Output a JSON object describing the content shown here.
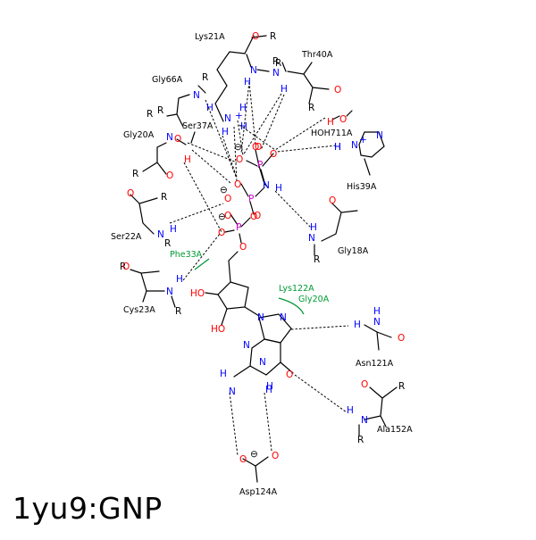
{
  "title": "1yu9:GNP",
  "colors": {
    "carbon": "#000000",
    "nitrogen": "#0000ff",
    "oxygen": "#ff0000",
    "phosphorus": "#cc00cc",
    "hydrophobic": "#009933"
  },
  "residues": [
    {
      "id": "lys21",
      "text": "Lys21A"
    },
    {
      "id": "thr40",
      "text": "Thr40A"
    },
    {
      "id": "gly66",
      "text": "Gly66A"
    },
    {
      "id": "ser37",
      "text": "Ser37A"
    },
    {
      "id": "gly20",
      "text": "Gly20A"
    },
    {
      "id": "hoh711",
      "text": "HOH711A"
    },
    {
      "id": "his39",
      "text": "His39A"
    },
    {
      "id": "ser22",
      "text": "Ser22A"
    },
    {
      "id": "gly18",
      "text": "Gly18A"
    },
    {
      "id": "cys23",
      "text": "Cys23A"
    },
    {
      "id": "asn121",
      "text": "Asn121A"
    },
    {
      "id": "ala152",
      "text": "Ala152A"
    },
    {
      "id": "asp124",
      "text": "Asp124A"
    }
  ],
  "hydrophobic_labels": [
    {
      "id": "phe33",
      "text": "Phe33A"
    },
    {
      "id": "lys122",
      "text": "Lys122A"
    },
    {
      "id": "gly20b",
      "text": "Gly20A"
    }
  ],
  "atoms": [
    {
      "id": "a1",
      "text": "O",
      "el": "O"
    },
    {
      "id": "a2",
      "text": "R",
      "el": "C"
    },
    {
      "id": "a3",
      "text": "N",
      "el": "N"
    },
    {
      "id": "a4",
      "text": "H",
      "el": "N"
    },
    {
      "id": "a5",
      "text": "R",
      "el": "C"
    },
    {
      "id": "a6",
      "text": "N",
      "el": "N"
    },
    {
      "id": "a7",
      "text": "R",
      "el": "C"
    },
    {
      "id": "a8",
      "text": "H",
      "el": "N"
    },
    {
      "id": "a9",
      "text": "O",
      "el": "O"
    },
    {
      "id": "a10",
      "text": "R",
      "el": "C"
    },
    {
      "id": "a11",
      "text": "R",
      "el": "C"
    },
    {
      "id": "a12",
      "text": "N",
      "el": "N"
    },
    {
      "id": "a13",
      "text": "H",
      "el": "N"
    },
    {
      "id": "a14",
      "text": "R",
      "el": "C"
    },
    {
      "id": "a15",
      "text": "R",
      "el": "C"
    },
    {
      "id": "a16",
      "text": "N",
      "el": "N"
    },
    {
      "id": "a17",
      "text": "+",
      "el": "N"
    },
    {
      "id": "a18",
      "text": "H",
      "el": "N"
    },
    {
      "id": "a19",
      "text": "H",
      "el": "N"
    },
    {
      "id": "a20",
      "text": "H",
      "el": "N"
    },
    {
      "id": "a21",
      "text": "O",
      "el": "O"
    },
    {
      "id": "a22",
      "text": "H",
      "el": "O"
    },
    {
      "id": "a23",
      "text": "H",
      "el": "O"
    },
    {
      "id": "a24",
      "text": "O",
      "el": "O"
    },
    {
      "id": "a25",
      "text": "N",
      "el": "N"
    },
    {
      "id": "a26",
      "text": "R",
      "el": "C"
    },
    {
      "id": "a27",
      "text": "O",
      "el": "O"
    },
    {
      "id": "a28",
      "text": "H",
      "el": "N"
    },
    {
      "id": "a29",
      "text": "N",
      "el": "N"
    },
    {
      "id": "a30",
      "text": "+",
      "el": "N"
    },
    {
      "id": "a31",
      "text": "N",
      "el": "N"
    },
    {
      "id": "a32",
      "text": "H",
      "el": "N"
    },
    {
      "id": "a33",
      "text": "O",
      "el": "O"
    },
    {
      "id": "a34",
      "text": "O",
      "el": "O"
    },
    {
      "id": "a35",
      "text": "P",
      "el": "P"
    },
    {
      "id": "a36",
      "text": "O",
      "el": "O"
    },
    {
      "id": "a37",
      "text": "O",
      "el": "O"
    },
    {
      "id": "a38",
      "text": "O",
      "el": "O"
    },
    {
      "id": "a39",
      "text": "N",
      "el": "N"
    },
    {
      "id": "a40",
      "text": "H",
      "el": "N"
    },
    {
      "id": "a41",
      "text": "P",
      "el": "P"
    },
    {
      "id": "a42",
      "text": "O",
      "el": "O"
    },
    {
      "id": "a43",
      "text": "O",
      "el": "O"
    },
    {
      "id": "a44",
      "text": "O",
      "el": "O"
    },
    {
      "id": "a45",
      "text": "P",
      "el": "P"
    },
    {
      "id": "a46",
      "text": "O",
      "el": "O"
    },
    {
      "id": "a47",
      "text": "O",
      "el": "O"
    },
    {
      "id": "a48",
      "text": "O",
      "el": "O"
    },
    {
      "id": "a49",
      "text": "R",
      "el": "C"
    },
    {
      "id": "a50",
      "text": "N",
      "el": "N"
    },
    {
      "id": "a51",
      "text": "H",
      "el": "N"
    },
    {
      "id": "a52",
      "text": "R",
      "el": "C"
    },
    {
      "id": "a53",
      "text": "O",
      "el": "O"
    },
    {
      "id": "a54",
      "text": "H",
      "el": "N"
    },
    {
      "id": "a55",
      "text": "N",
      "el": "N"
    },
    {
      "id": "a56",
      "text": "R",
      "el": "C"
    },
    {
      "id": "a57",
      "text": "O",
      "el": "O"
    },
    {
      "id": "a58",
      "text": "R",
      "el": "C"
    },
    {
      "id": "a59",
      "text": "H",
      "el": "N"
    },
    {
      "id": "a60",
      "text": "N",
      "el": "N"
    },
    {
      "id": "a61",
      "text": "R",
      "el": "C"
    },
    {
      "id": "a62",
      "text": "O",
      "el": "O"
    },
    {
      "id": "a63",
      "text": "HO",
      "el": "O"
    },
    {
      "id": "a64",
      "text": "HO",
      "el": "O"
    },
    {
      "id": "a65",
      "text": "N",
      "el": "N"
    },
    {
      "id": "a66",
      "text": "N",
      "el": "N"
    },
    {
      "id": "a67",
      "text": "N",
      "el": "N"
    },
    {
      "id": "a68",
      "text": "N",
      "el": "N"
    },
    {
      "id": "a69",
      "text": "H",
      "el": "N"
    },
    {
      "id": "a70",
      "text": "N",
      "el": "N"
    },
    {
      "id": "a71",
      "text": "H",
      "el": "N"
    },
    {
      "id": "a72",
      "text": "H",
      "el": "N"
    },
    {
      "id": "a73",
      "text": "O",
      "el": "O"
    },
    {
      "id": "a74",
      "text": "H",
      "el": "N"
    },
    {
      "id": "a75",
      "text": "N",
      "el": "N"
    },
    {
      "id": "a76",
      "text": "H",
      "el": "N"
    },
    {
      "id": "a77",
      "text": "O",
      "el": "O"
    },
    {
      "id": "a78",
      "text": "O",
      "el": "O"
    },
    {
      "id": "a79",
      "text": "R",
      "el": "C"
    },
    {
      "id": "a80",
      "text": "H",
      "el": "N"
    },
    {
      "id": "a81",
      "text": "N",
      "el": "N"
    },
    {
      "id": "a82",
      "text": "R",
      "el": "C"
    },
    {
      "id": "a83",
      "text": "O",
      "el": "O"
    },
    {
      "id": "a84",
      "text": "O",
      "el": "O"
    }
  ],
  "charges": [
    {
      "id": "c1",
      "text": "⊖"
    },
    {
      "id": "c2",
      "text": "⊖"
    },
    {
      "id": "c3",
      "text": "⊖"
    },
    {
      "id": "c4",
      "text": "⊖"
    }
  ]
}
